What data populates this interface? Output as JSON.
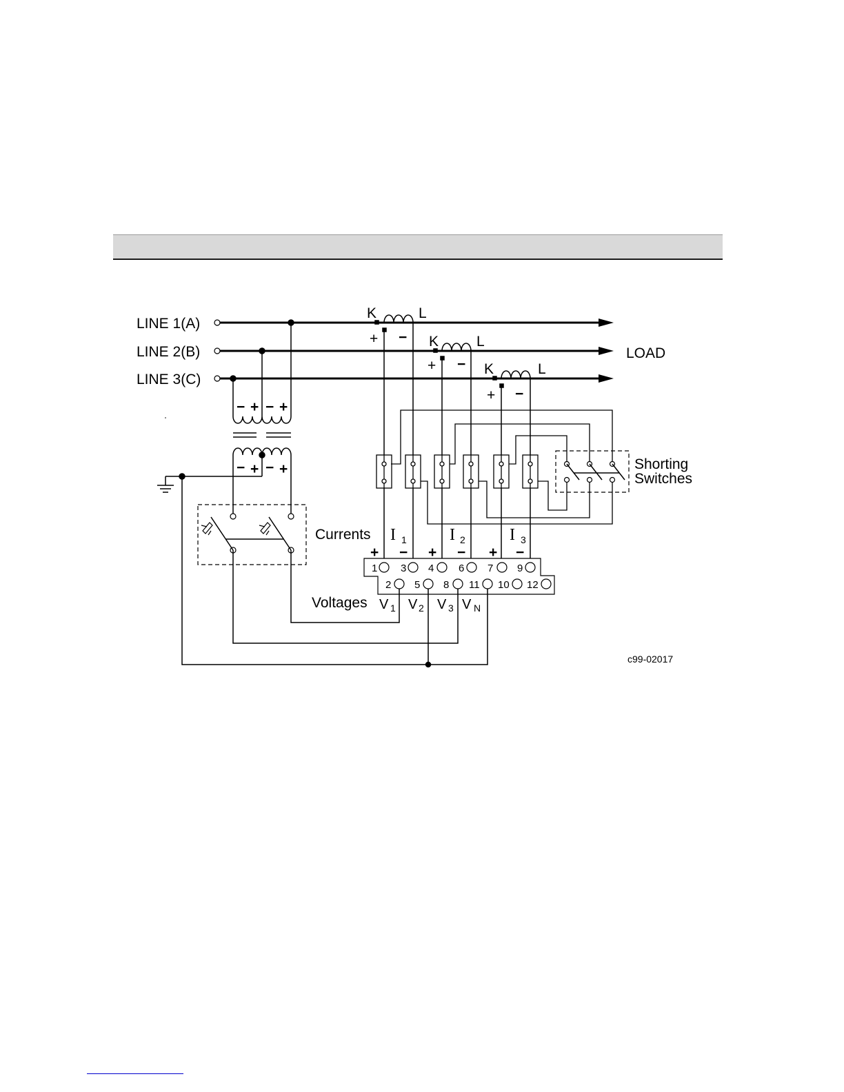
{
  "lines": [
    {
      "label": "LINE  1(A)"
    },
    {
      "label": "LINE  2(B)"
    },
    {
      "label": "LINE  3(C)"
    }
  ],
  "load_label": "LOAD",
  "ct": [
    {
      "k": "K",
      "l": "L",
      "plus": "+",
      "minus": "−"
    },
    {
      "k": "K",
      "l": "L",
      "plus": "+",
      "minus": "−"
    },
    {
      "k": "K",
      "l": "L",
      "plus": "+",
      "minus": "−"
    }
  ],
  "pt_polarity": {
    "minus": "−",
    "plus": "+"
  },
  "shorting_switches_label": [
    "Shorting",
    "Switches"
  ],
  "currents_label": "Currents",
  "current_inputs": [
    {
      "symbol": "I",
      "sub": "1"
    },
    {
      "symbol": "I",
      "sub": "2"
    },
    {
      "symbol": "I",
      "sub": "3"
    }
  ],
  "terminal_polarity": {
    "plus": "+",
    "minus": "−"
  },
  "terminals_top": [
    "1",
    "3",
    "4",
    "6",
    "7",
    "9"
  ],
  "terminals_bottom": [
    "2",
    "5",
    "8",
    "11",
    "10",
    "12"
  ],
  "voltages_label": "Voltages",
  "voltage_inputs": [
    {
      "symbol": "V",
      "sub": "1"
    },
    {
      "symbol": "V",
      "sub": "2"
    },
    {
      "symbol": "V",
      "sub": "3"
    },
    {
      "symbol": "V",
      "sub": "N"
    }
  ],
  "figure_code": "c99-02017"
}
